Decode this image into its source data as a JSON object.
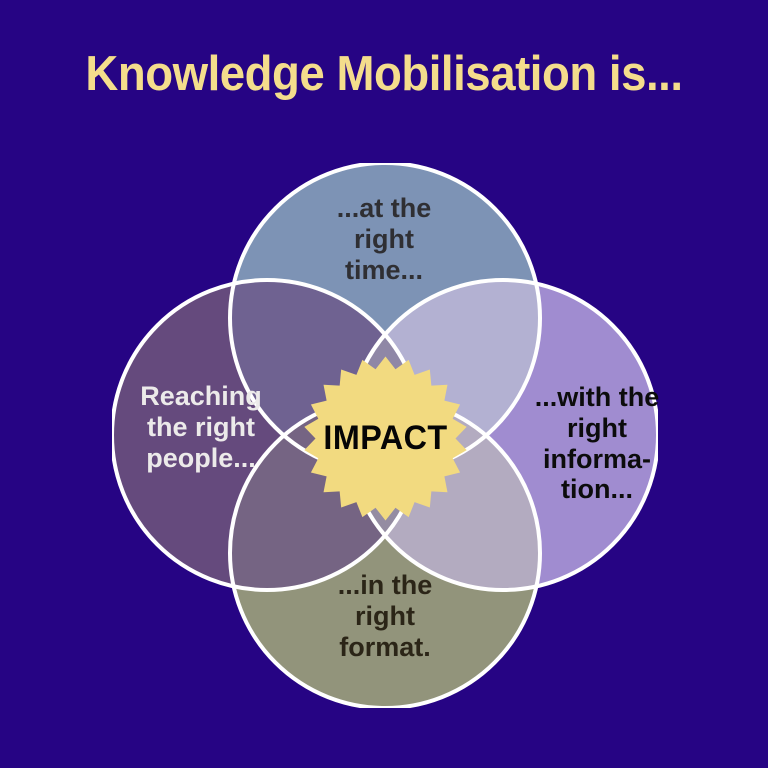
{
  "page": {
    "background_color": "#260484",
    "title": "Knowledge Mobilisation is...",
    "title_color": "#f4dd8c"
  },
  "chart_data": {
    "type": "venn",
    "title": "Knowledge Mobilisation is...",
    "center_label": "IMPACT",
    "center_shape": "starburst",
    "center_fill": "#f2da80",
    "center_text_color": "#050505",
    "set_count": 4,
    "stroke_color": "#ffffff",
    "background": "#260484",
    "sets": [
      {
        "id": "top",
        "label": "...at the right time...",
        "label_lines": [
          "...at the",
          "right",
          "time..."
        ],
        "fill": "#7d93b5",
        "text_color": "#2f2f33",
        "position": "top"
      },
      {
        "id": "right",
        "label": "...with the right information...",
        "label_lines": [
          "...with the",
          "right",
          "informa-",
          "tion..."
        ],
        "fill": "#a08cd0",
        "text_color": "#0c0c0c",
        "position": "right"
      },
      {
        "id": "bottom",
        "label": "...in the right format.",
        "label_lines": [
          "...in the",
          "right",
          "format."
        ],
        "fill": "#92947b",
        "text_color": "#2b2517",
        "position": "bottom"
      },
      {
        "id": "left",
        "label": "Reaching the right people...",
        "label_lines": [
          "Reaching",
          "the right",
          "people..."
        ],
        "fill": "#654a7d",
        "text_color": "#eceaea",
        "position": "left"
      }
    ],
    "intersection_note": "All four sets overlap at the centre, where the IMPACT starburst sits."
  },
  "venn": {
    "top_text": "...at the\nright\ntime...",
    "right_text": "...with the\nright\ninforma-\ntion...",
    "bottom_text": "...in the\nright\nformat.",
    "left_text": "Reaching\nthe right\npeople...",
    "center_text": "IMPACT"
  }
}
